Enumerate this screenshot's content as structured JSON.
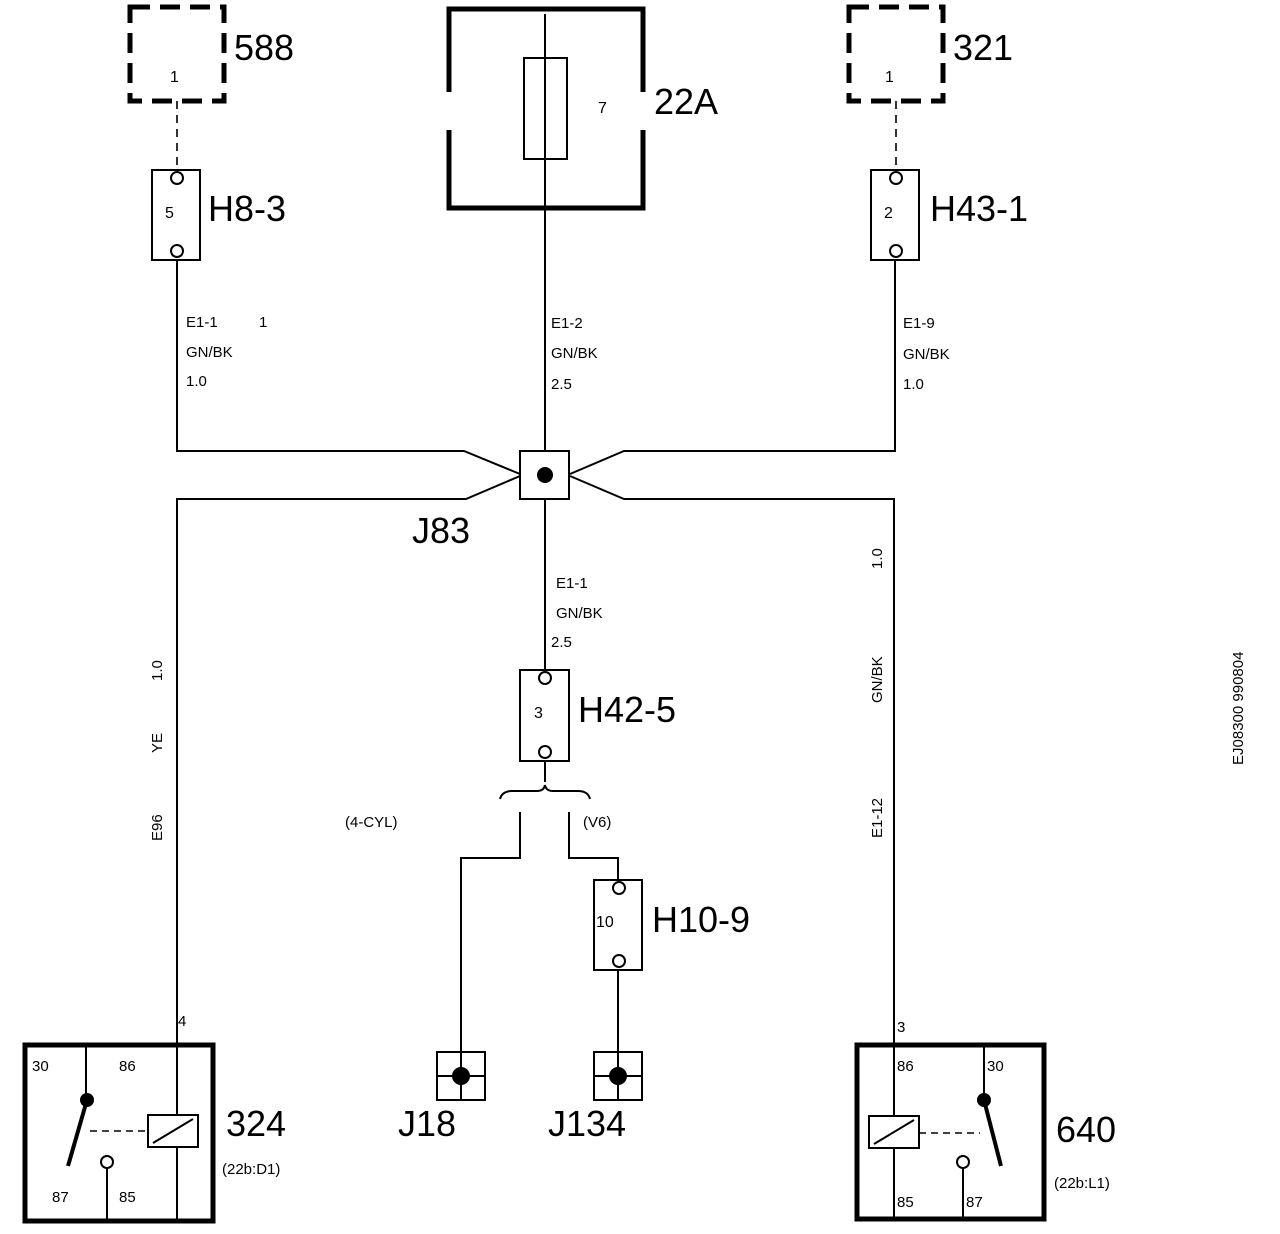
{
  "components": {
    "c588": {
      "id": "588",
      "pin": "1"
    },
    "c321": {
      "id": "321",
      "pin": "1"
    },
    "fuse": {
      "id": "22A",
      "number": "7"
    },
    "h8": {
      "id": "H8-3",
      "pin": "5"
    },
    "h43": {
      "id": "H43-1",
      "pin": "2"
    },
    "h42": {
      "id": "H42-5",
      "pin": "3"
    },
    "h10": {
      "id": "H10-9",
      "pin": "10"
    },
    "j83": {
      "id": "J83"
    },
    "j18": {
      "id": "J18"
    },
    "j134": {
      "id": "J134"
    },
    "relay324": {
      "id": "324",
      "ref": "(22b:D1)",
      "p30": "30",
      "p86": "86",
      "p87": "87",
      "p85": "85",
      "wire_pin": "4"
    },
    "relay640": {
      "id": "640",
      "ref": "(22b:L1)",
      "p86": "86",
      "p30": "30",
      "p85": "85",
      "p87": "87",
      "wire_pin": "3"
    }
  },
  "wires": {
    "w_h8": {
      "code": "E1-1",
      "extra": "1",
      "color": "GN/BK",
      "size": "1.0"
    },
    "w_fuse": {
      "code": "E1-2",
      "color": "GN/BK",
      "size": "2.5"
    },
    "w_h43": {
      "code": "E1-9",
      "color": "GN/BK",
      "size": "1.0"
    },
    "w_h42": {
      "code": "E1-1",
      "color": "GN/BK",
      "size": "2.5"
    },
    "w_left": {
      "code": "E96",
      "color": "YE",
      "size": "1.0"
    },
    "w_right": {
      "code": "E1-12",
      "color": "GN/BK",
      "size": "1.0"
    }
  },
  "variants": {
    "left": "(4-CYL)",
    "right": "(V6)"
  },
  "doc_id": "EJ08300 990804"
}
